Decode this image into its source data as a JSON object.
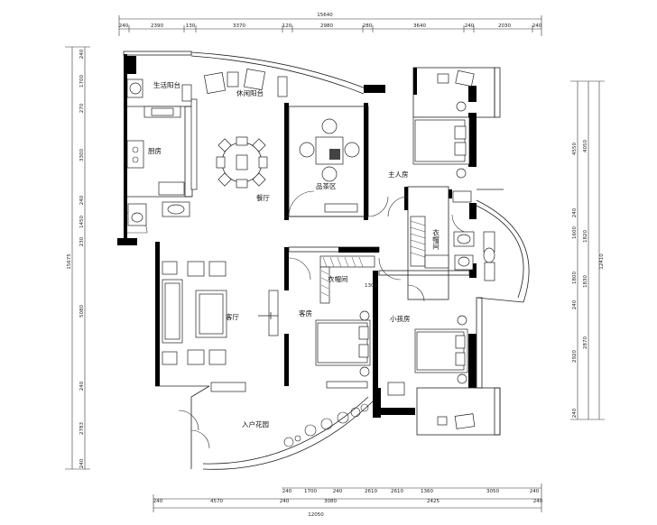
{
  "top_dims": {
    "overall": "15640",
    "segments": [
      "240",
      "2390",
      "130",
      "3370",
      "120",
      "2980",
      "280",
      "3640",
      "240",
      "2030",
      "240"
    ]
  },
  "bottom_dims": {
    "overall": "12050",
    "row1": [
      "240",
      "4570",
      "240",
      "3080",
      "2610",
      "2425",
      "3050",
      "240"
    ],
    "row2": [
      "240",
      "1700",
      "240",
      "2610",
      "1360",
      "240"
    ]
  },
  "left_dims": {
    "overall": "15675",
    "segments": [
      "240",
      "1700",
      "270",
      "3300",
      "240",
      "1450",
      "230",
      "5080",
      "240",
      "2783",
      "240"
    ]
  },
  "right_dims": {
    "overall": "12410",
    "segments_a": [
      "4550",
      "240",
      "1600",
      "1800",
      "240",
      "2920",
      "240"
    ],
    "segments_b": [
      "4050",
      "1820",
      "1830",
      "2870"
    ]
  },
  "rooms": {
    "life_balcony": "生活阳台",
    "leisure_balcony": "休闲阳台",
    "kitchen": "厨房",
    "dining": "餐厅",
    "tea_area": "品茶区",
    "master_bedroom": "主人房",
    "cloakroom": "衣帽间",
    "living": "客厅",
    "guest_bedroom": "客房",
    "small_cloakroom": "衣帽间",
    "small_bedroom": "小孩房",
    "entry_garden": "入户花园",
    "small_dim": "1300"
  }
}
